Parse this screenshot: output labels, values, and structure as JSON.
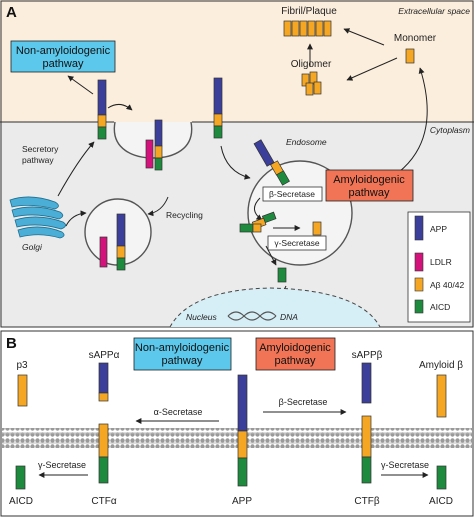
{
  "colors": {
    "app": "#3b3f99",
    "ldlr": "#d4127c",
    "abeta": "#f5a623",
    "aicd": "#1e8a3e",
    "non_amyloid_box": "#5bc8ec",
    "amyloid_box": "#f07455",
    "golgi": "#4aaed6",
    "extracellular_bg": "#fbeedd",
    "cytoplasm_bg": "#ebebeb"
  },
  "panel_a": {
    "letter": "A",
    "extracellular_space": "Extracellular space",
    "cytoplasm": "Cytoplasm",
    "fibril_plaque": "Fibril/Plaque",
    "monomer": "Monomer",
    "oligomer": "Oligomer",
    "non_amyloidogenic": [
      "Non-amyloidogenic",
      "pathway"
    ],
    "amyloidogenic": [
      "Amyloidogenic",
      "pathway"
    ],
    "endosome": "Endosome",
    "beta_secretase": "β-Secretase",
    "gamma_secretase": "γ-Secretase",
    "secretory_pathway": [
      "Secretory",
      "pathway"
    ],
    "recycling": "Recycling",
    "golgi": "Golgi",
    "nucleus": "Nucleus",
    "dna": "DNA",
    "legend": [
      "APP",
      "LDLR",
      "Aβ 40/42",
      "AICD"
    ]
  },
  "panel_b": {
    "letter": "B",
    "non_amyloidogenic": [
      "Non-amyloidogenic",
      "pathway"
    ],
    "amyloidogenic": [
      "Amyloidogenic",
      "pathway"
    ],
    "p3": "p3",
    "sappa": "sAPPα",
    "sappb": "sAPPβ",
    "amyloid_beta": "Amyloid β",
    "alpha_secretase": "α-Secretase",
    "beta_secretase": "β-Secretase",
    "gamma_secretase_left": "γ-Secretase",
    "gamma_secretase_right": "γ-Secretase",
    "aicd_left": "AICD",
    "ctfa": "CTFα",
    "app": "APP",
    "ctfb": "CTFβ",
    "aicd_right": "AICD"
  }
}
